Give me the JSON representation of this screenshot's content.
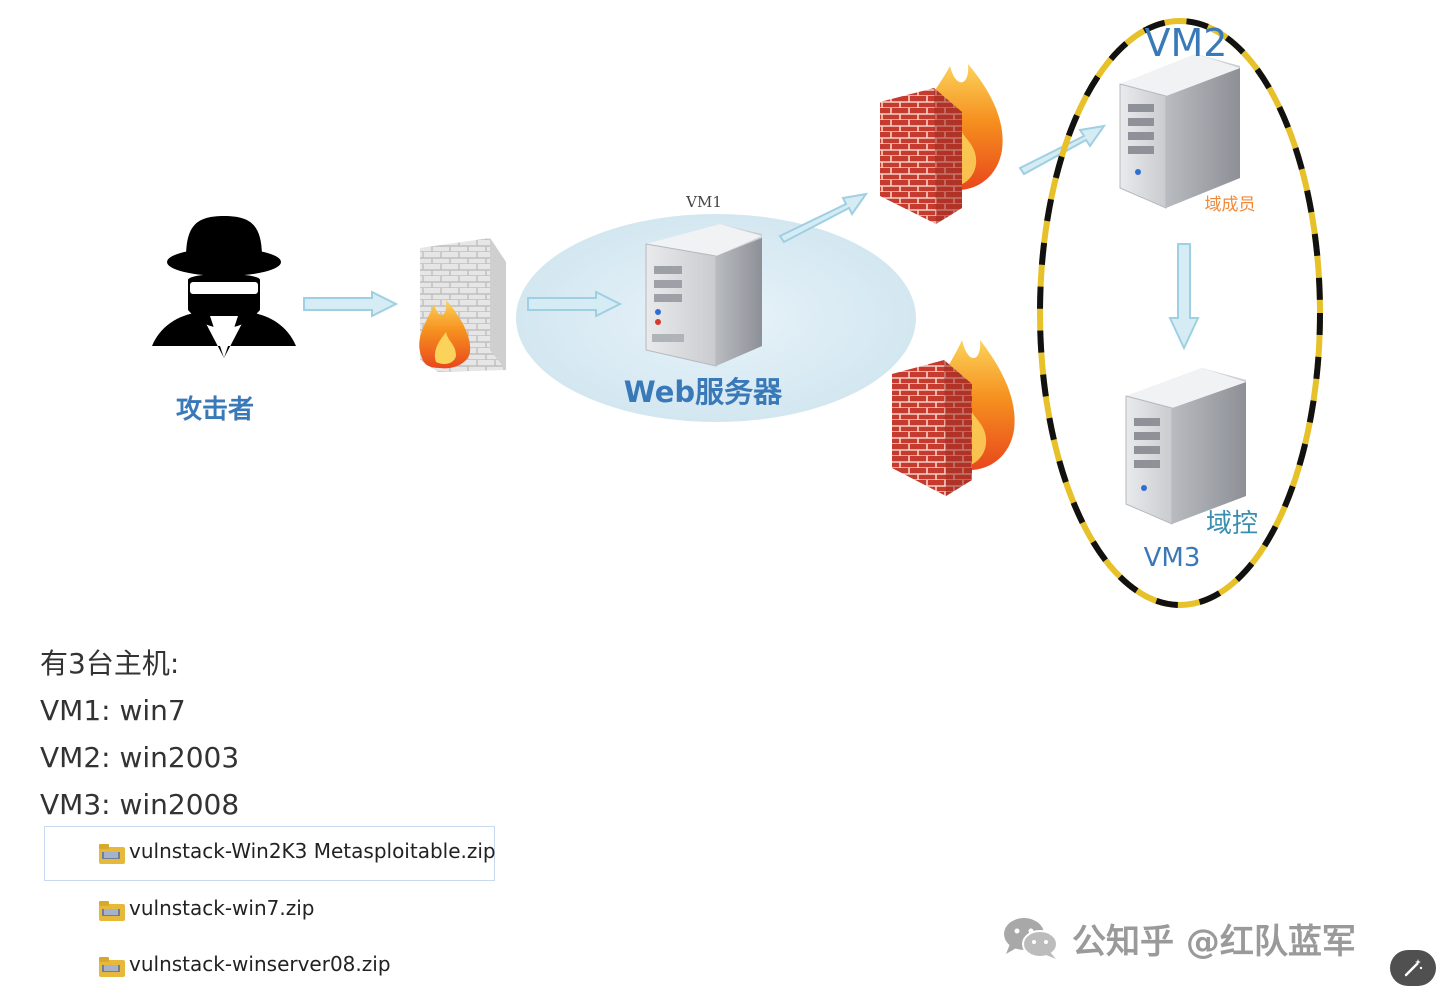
{
  "diagram": {
    "attacker_label": "攻击者",
    "vm1_tag": "VM1",
    "web_label": "Web服务器",
    "vm2_label": "VM2",
    "member_label": "域成员",
    "dc_label": "域控",
    "vm3_label": "VM3"
  },
  "notes": {
    "heading": "有3台主机:",
    "lines": [
      "VM1: win7",
      "VM2: win2003",
      "VM3: win2008"
    ]
  },
  "files": [
    {
      "name": "vulnstack-Win2K3 Metasploitable.zip",
      "icon": "zip-archive-icon"
    },
    {
      "name": "vulnstack-win7.zip",
      "icon": "zip-archive-icon"
    },
    {
      "name": "vulnstack-winserver08.zip",
      "icon": "zip-archive-icon"
    }
  ],
  "watermark": {
    "text": "公知乎 @红队蓝军",
    "icon": "wechat-icon"
  },
  "colors": {
    "label_blue": "#3a79b8",
    "member_orange": "#f08a3c",
    "dashed_yellow": "#e6c12a",
    "arrow_fill": "#d6ecf5",
    "arrow_stroke": "#9fcfe2",
    "bubble": "#dcedf5"
  }
}
